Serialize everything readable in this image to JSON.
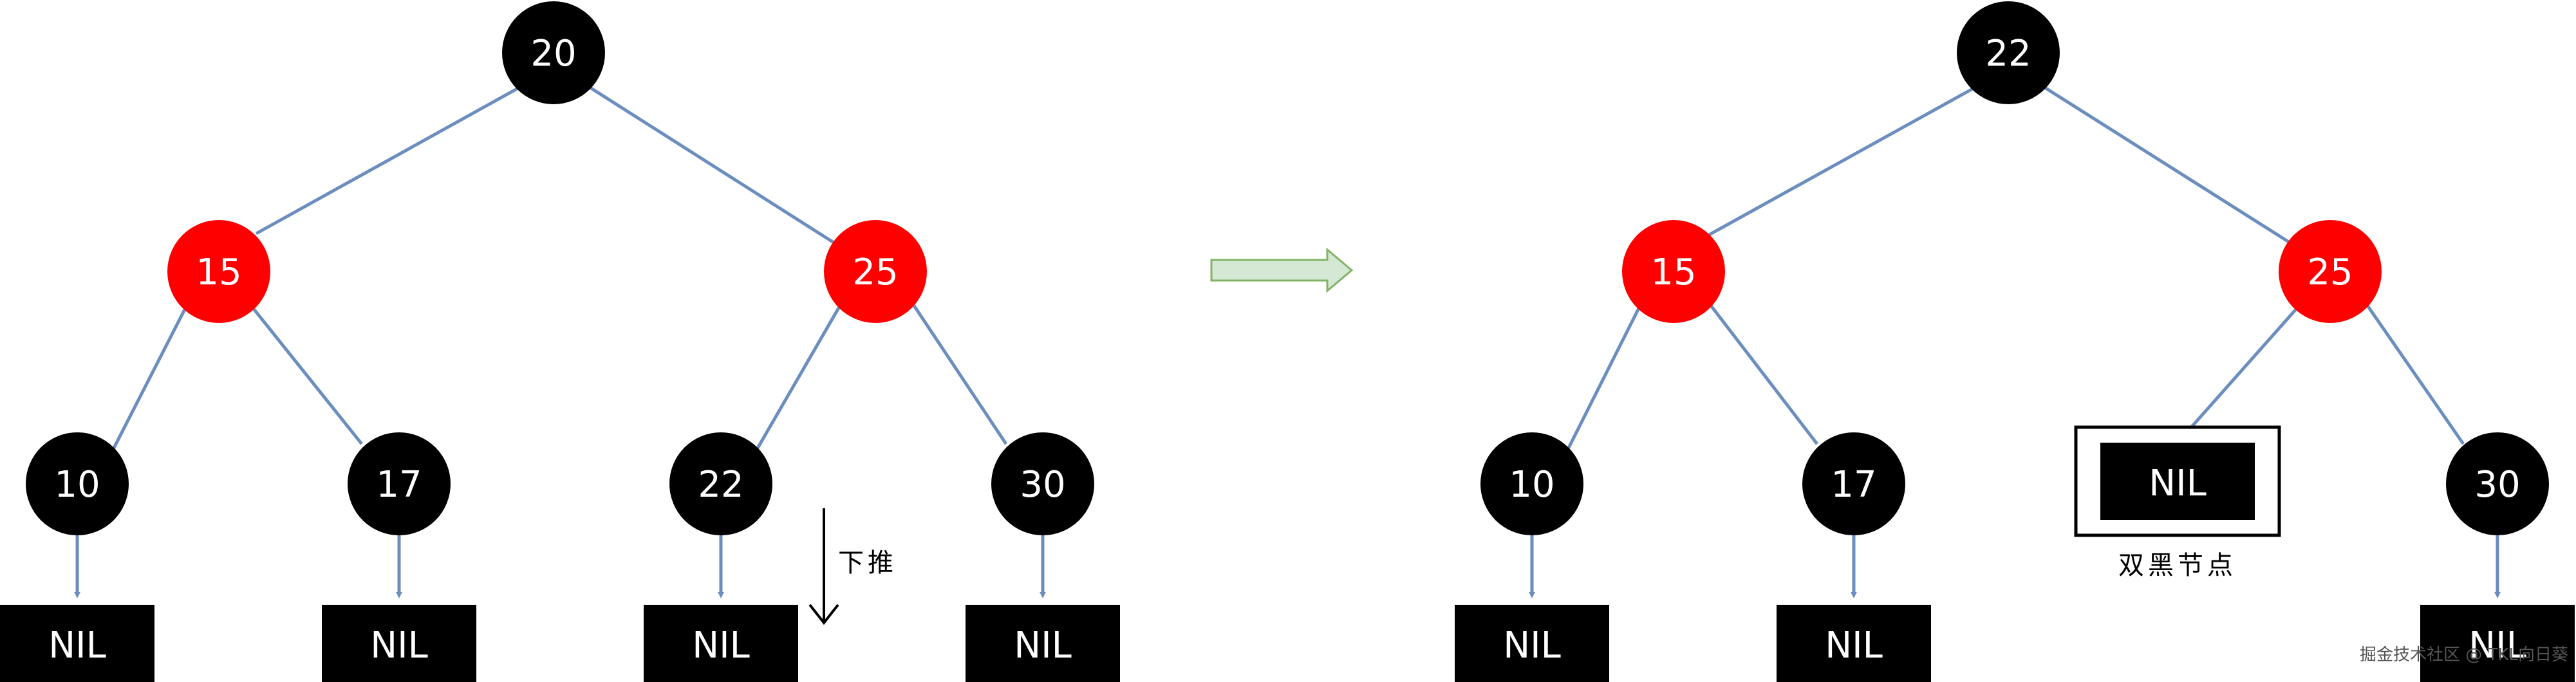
{
  "colors": {
    "black_node": "#000000",
    "red_node": "#ff0000",
    "edge": "#6c8ebf",
    "nil_box": "#000000",
    "arrow_fill": "#d5e8d4",
    "arrow_stroke": "#82b366"
  },
  "left_tree": {
    "root": "20",
    "l1_left": "15",
    "l1_right": "25",
    "l2_1": "10",
    "l2_2": "17",
    "l2_3": "22",
    "l2_4": "30",
    "nil": [
      "NIL",
      "NIL",
      "NIL",
      "NIL"
    ],
    "push_down_label": "下推"
  },
  "right_tree": {
    "root": "22",
    "l1_left": "15",
    "l1_right": "25",
    "l2_1": "10",
    "l2_2": "17",
    "l2_4": "30",
    "double_black_nil": "NIL",
    "double_black_label": "双黑节点",
    "nil": [
      "NIL",
      "NIL",
      "NIL"
    ]
  },
  "watermark": "掘金技术社区 @ TKL向日葵"
}
